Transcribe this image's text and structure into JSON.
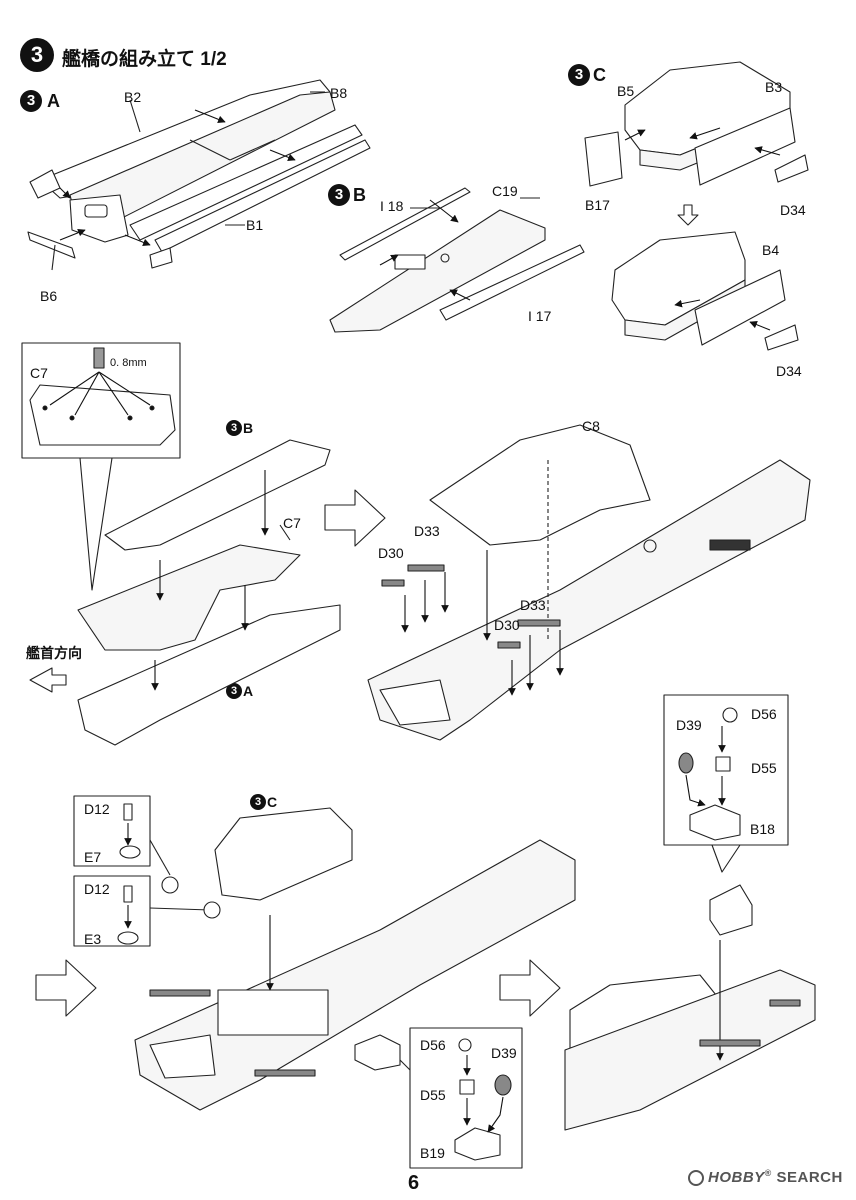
{
  "step": {
    "number": "3",
    "title": "艦橋の組み立て 1/2"
  },
  "substeps": {
    "a": {
      "number": "3",
      "letter": "A"
    },
    "b": {
      "number": "3",
      "letter": "B"
    },
    "c": {
      "number": "3",
      "letter": "C"
    }
  },
  "labels": {
    "B2": "B2",
    "B8": "B8",
    "B1": "B1",
    "B6": "B6",
    "I18": "I 18",
    "C19": "C19",
    "I17": "I 17",
    "B5": "B5",
    "B3": "B3",
    "B17": "B17",
    "D34_top": "D34",
    "B4": "B4",
    "D34_bottom": "D34",
    "C7_inset": "C7",
    "drill": "0. 8mm",
    "C7": "C7",
    "C8": "C8",
    "D30_left": "D30",
    "D33_left": "D33",
    "D33_right": "D33",
    "D30_right": "D30",
    "D39_box": "D39",
    "D56_box": "D56",
    "D55_box": "D55",
    "B18": "B18",
    "D12_a": "D12",
    "E7": "E7",
    "D12_b": "D12",
    "E3": "E3",
    "D56_lower": "D56",
    "D39_lower": "D39",
    "D55_lower": "D55",
    "B19": "B19"
  },
  "bow_direction": "艦首方向",
  "page_number": "6",
  "watermark": {
    "hobby": "HOBBY",
    "reg": "®",
    "search": "SEARCH"
  }
}
